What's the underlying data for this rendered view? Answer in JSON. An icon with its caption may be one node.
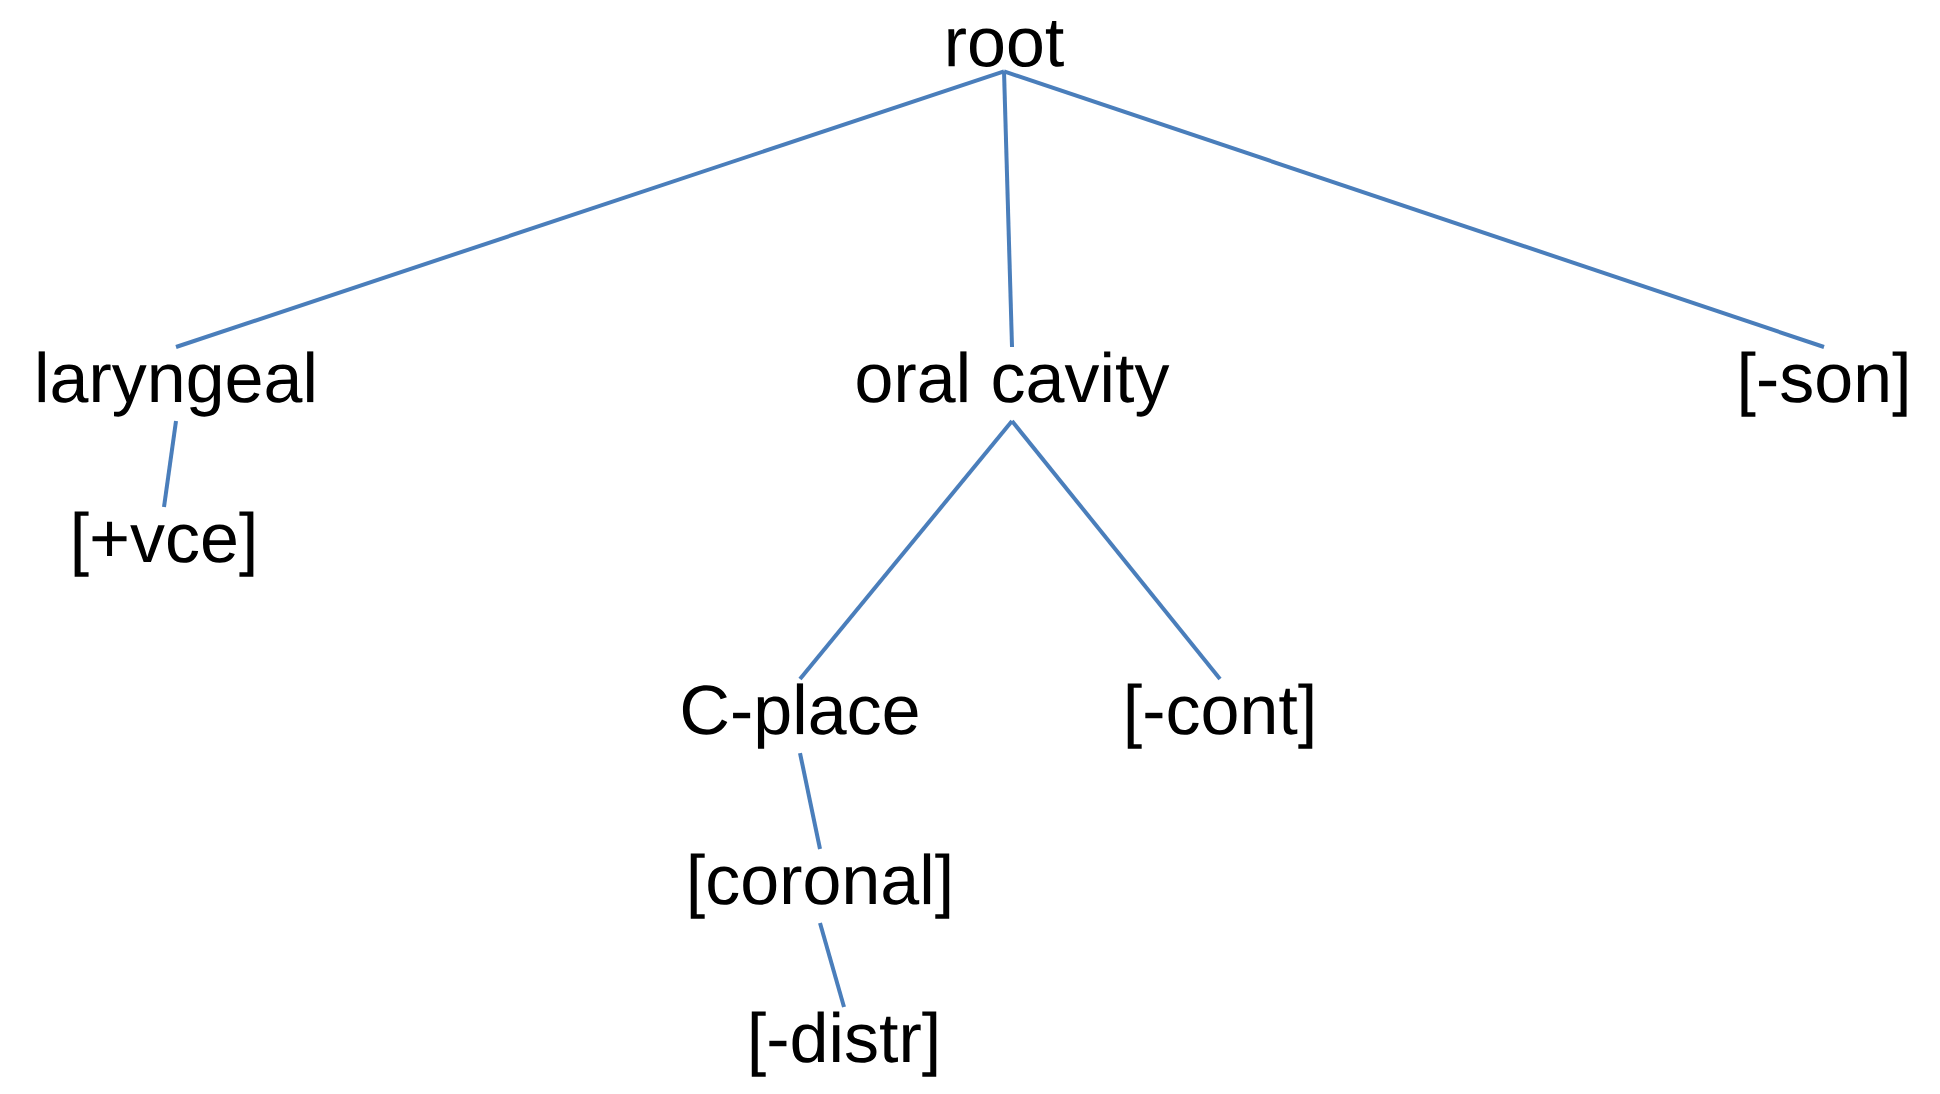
{
  "diagram": {
    "nodes": [
      {
        "text": [
          "root"
        ]
      },
      {
        "text": [
          "laryngeal"
        ]
      },
      {
        "text": [
          "oral cavity"
        ]
      },
      {
        "text": [
          "[-son]"
        ]
      },
      {
        "text": [
          "[+vce]"
        ]
      },
      {
        "text": [
          "C-place"
        ]
      },
      {
        "text": [
          "[-cont]"
        ]
      },
      {
        "text": [
          "[coronal]"
        ]
      },
      {
        "text": [
          "[-distr]"
        ]
      }
    ],
    "edges": [
      {
        "from": 0,
        "to": 1,
        "arrow": "none"
      },
      {
        "from": 0,
        "to": 2,
        "arrow": "none"
      },
      {
        "from": 0,
        "to": 3,
        "arrow": "none"
      },
      {
        "from": 1,
        "to": 4,
        "arrow": "none"
      },
      {
        "from": 2,
        "to": 5,
        "arrow": "none"
      },
      {
        "from": 2,
        "to": 6,
        "arrow": "none"
      },
      {
        "from": 5,
        "to": 7,
        "arrow": "none"
      },
      {
        "from": 7,
        "to": 8,
        "arrow": "none"
      }
    ]
  }
}
